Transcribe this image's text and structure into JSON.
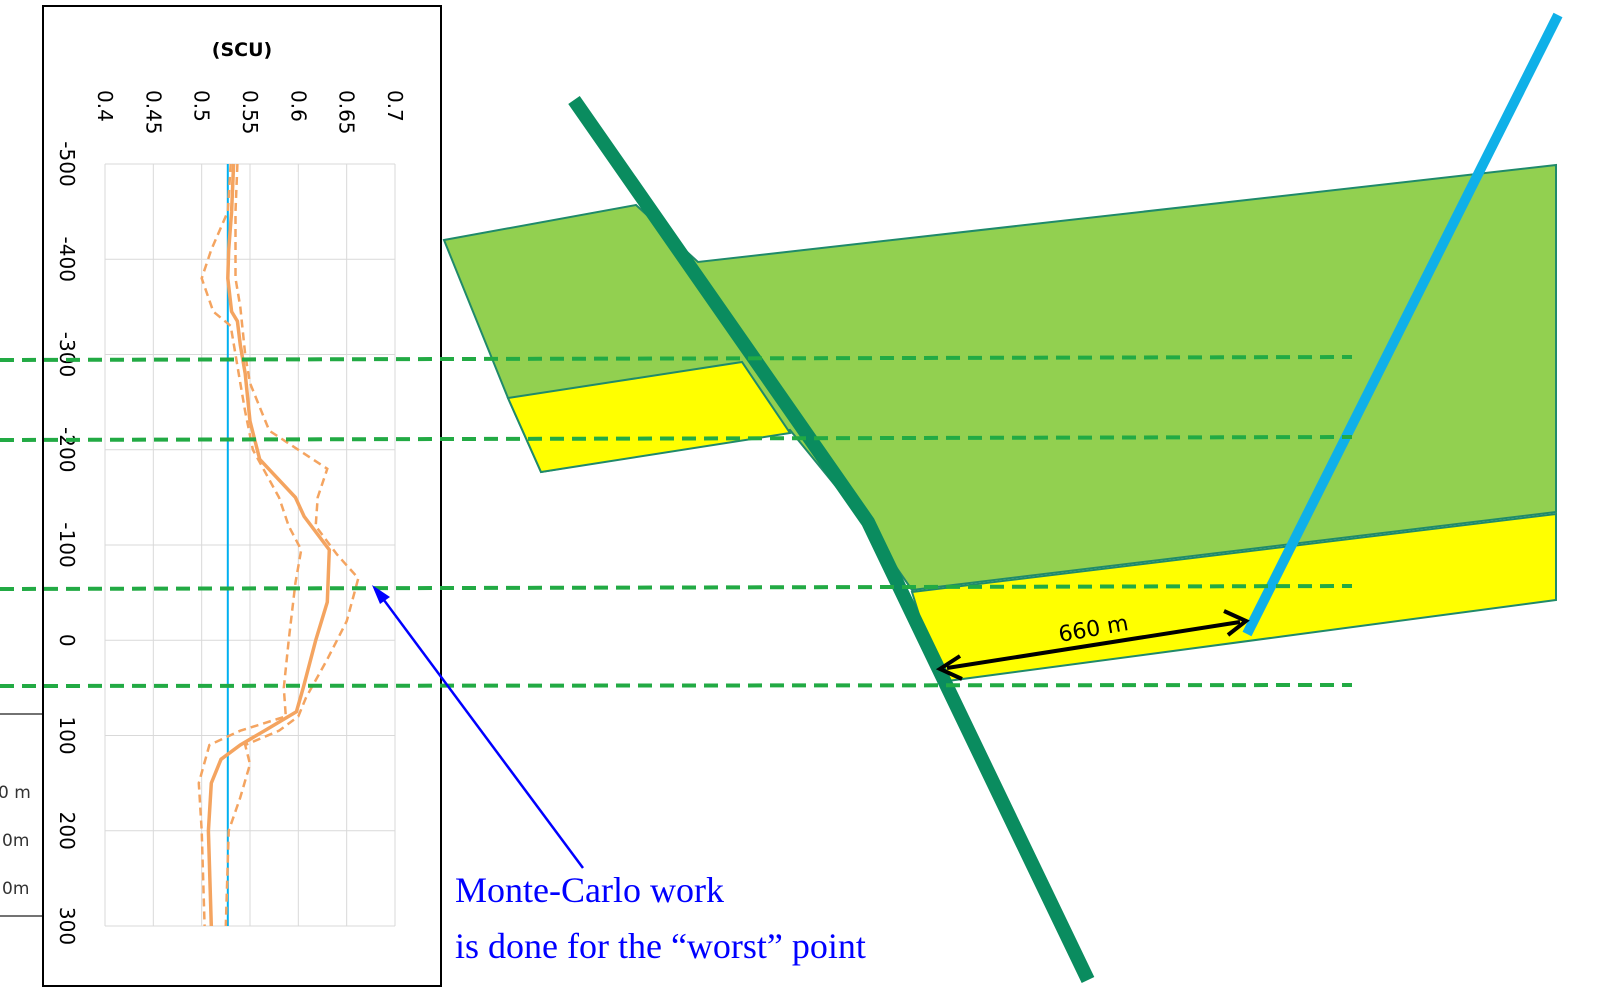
{
  "chart": {
    "title": "(SCU)",
    "x_ticks": [
      "0.4",
      "0.45",
      "0.5",
      "0.55",
      "0.6",
      "0.65",
      "0.7"
    ],
    "y_ticks": [
      "-500",
      "-400",
      "-300",
      "-200",
      "-100",
      "0",
      "100",
      "200",
      "300"
    ],
    "legend_fragments": [
      "0 m",
      "0m",
      "0m"
    ]
  },
  "chart_data": {
    "type": "line",
    "title": "(SCU)",
    "xlim": [
      0.4,
      0.7
    ],
    "ylim": [
      -500,
      300
    ],
    "orientation": "rotated-90",
    "grid": true,
    "series": [
      {
        "style": "thin-blue",
        "points": [
          [
            0.527,
            -500
          ],
          [
            0.527,
            300
          ]
        ]
      },
      {
        "style": "solid-orange",
        "points": [
          [
            0.533,
            -500
          ],
          [
            0.531,
            -450
          ],
          [
            0.528,
            -410
          ],
          [
            0.527,
            -380
          ],
          [
            0.531,
            -345
          ],
          [
            0.537,
            -335
          ],
          [
            0.54,
            -310
          ],
          [
            0.545,
            -280
          ],
          [
            0.55,
            -230
          ],
          [
            0.56,
            -190
          ],
          [
            0.597,
            -150
          ],
          [
            0.606,
            -130
          ],
          [
            0.632,
            -95
          ],
          [
            0.63,
            -40
          ],
          [
            0.618,
            0
          ],
          [
            0.605,
            50
          ],
          [
            0.598,
            75
          ],
          [
            0.565,
            95
          ],
          [
            0.54,
            110
          ],
          [
            0.52,
            125
          ],
          [
            0.51,
            150
          ],
          [
            0.507,
            200
          ],
          [
            0.51,
            300
          ]
        ]
      },
      {
        "style": "dashed-orange",
        "points": [
          [
            0.537,
            -500
          ],
          [
            0.535,
            -450
          ],
          [
            0.535,
            -380
          ],
          [
            0.54,
            -350
          ],
          [
            0.545,
            -300
          ],
          [
            0.55,
            -270
          ],
          [
            0.57,
            -220
          ],
          [
            0.63,
            -180
          ],
          [
            0.62,
            -150
          ],
          [
            0.618,
            -120
          ],
          [
            0.64,
            -90
          ],
          [
            0.662,
            -65
          ],
          [
            0.65,
            -20
          ],
          [
            0.63,
            20
          ],
          [
            0.608,
            60
          ],
          [
            0.6,
            80
          ],
          [
            0.58,
            95
          ],
          [
            0.545,
            110
          ],
          [
            0.55,
            130
          ],
          [
            0.54,
            165
          ],
          [
            0.528,
            200
          ],
          [
            0.525,
            300
          ]
        ]
      },
      {
        "style": "dashed-orange",
        "points": [
          [
            0.53,
            -500
          ],
          [
            0.527,
            -450
          ],
          [
            0.51,
            -410
          ],
          [
            0.5,
            -380
          ],
          [
            0.512,
            -345
          ],
          [
            0.53,
            -330
          ],
          [
            0.535,
            -300
          ],
          [
            0.54,
            -270
          ],
          [
            0.545,
            -240
          ],
          [
            0.553,
            -200
          ],
          [
            0.58,
            -150
          ],
          [
            0.59,
            -120
          ],
          [
            0.603,
            -95
          ],
          [
            0.597,
            -60
          ],
          [
            0.59,
            0
          ],
          [
            0.585,
            50
          ],
          [
            0.587,
            80
          ],
          [
            0.54,
            95
          ],
          [
            0.508,
            110
          ],
          [
            0.497,
            150
          ],
          [
            0.5,
            200
          ],
          [
            0.503,
            300
          ]
        ]
      }
    ]
  },
  "diagram": {
    "distance_label": "660 m",
    "note_line1": "Monte-Carlo work",
    "note_line2": "is done for the “worst” point",
    "colors": {
      "layer_green": "#92d050",
      "layer_yellow": "#ffff00",
      "fault": "#0a8c5f",
      "well": "#0fb0e8",
      "guide_lines": "#22aa44",
      "series": "#f4a460",
      "arrow": "#0000ff"
    }
  }
}
